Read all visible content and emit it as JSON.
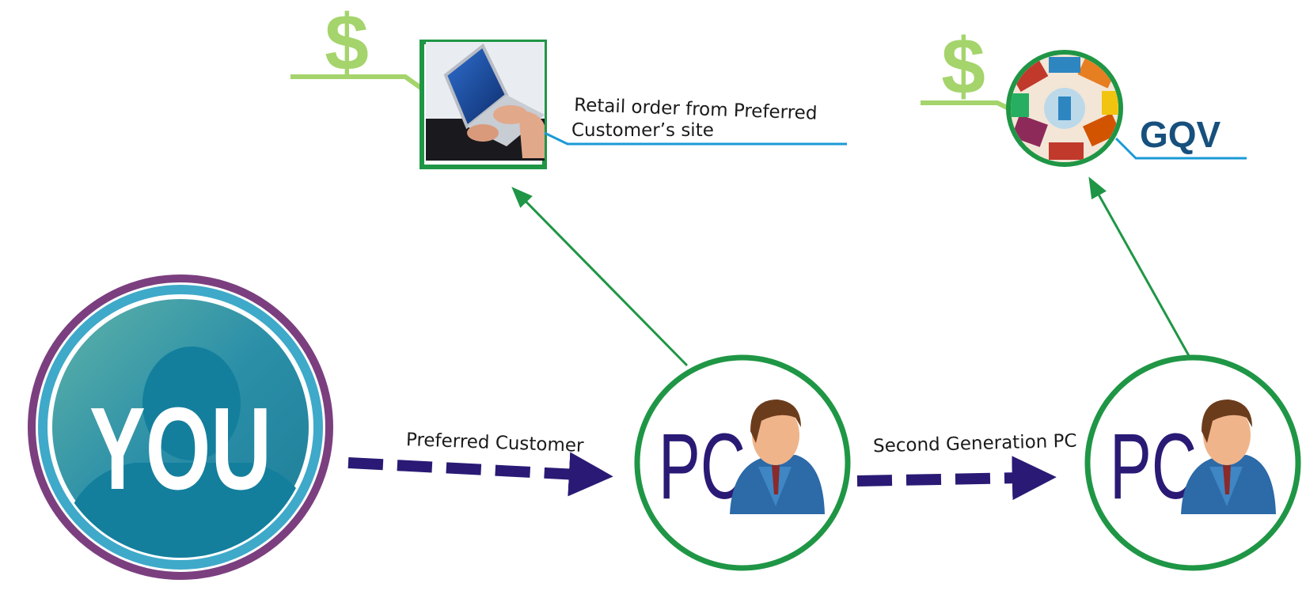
{
  "you_node": {
    "label": "YOU"
  },
  "pc_node_1": {
    "label": "PC"
  },
  "pc_node_2": {
    "label": "PC"
  },
  "edge_1": {
    "label": "Preferred Customer"
  },
  "edge_2": {
    "label": "Second Generation PC"
  },
  "retail_order": {
    "line1": "Retail order from Preferred",
    "line2": "Customer’s site"
  },
  "gqv": {
    "label": "GQV"
  },
  "dollar_1": {
    "label": "$"
  },
  "dollar_2": {
    "label": "$"
  },
  "colors": {
    "you_ring": "#7b3f7f",
    "you_teal": "#3aa3c4",
    "you_inner": "#1e8fa6",
    "pc_ring": "#1f9645",
    "pc_text": "#2a1a75",
    "dashed_arrow": "#2a1a75",
    "green_arrow": "#1f9645",
    "dollar_green": "#a4d46b",
    "blue_line": "#1a9ad6",
    "gqv_text": "#17507d"
  }
}
